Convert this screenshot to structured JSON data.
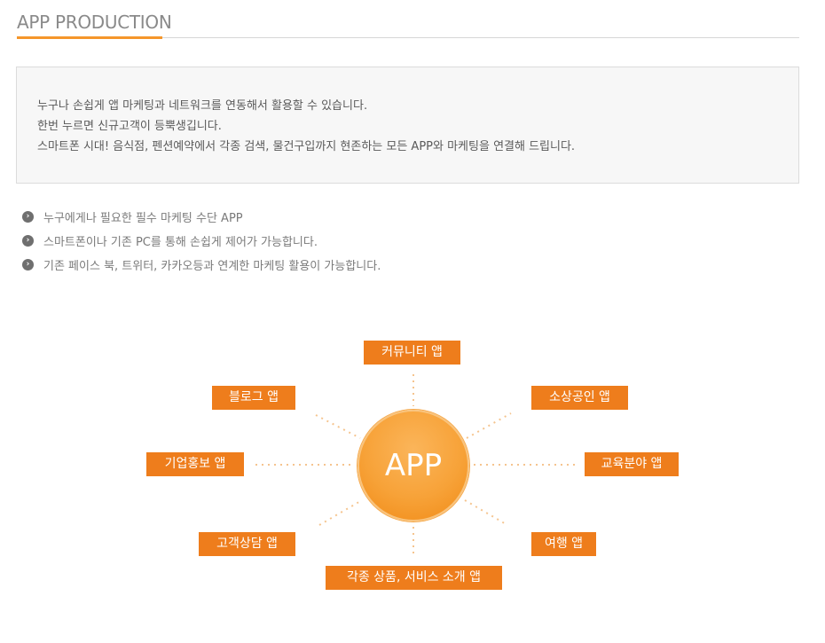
{
  "header": {
    "title": "APP PRODUCTION"
  },
  "intro": {
    "lines": [
      "누구나 손쉽게 앱 마케팅과 네트워크를 연동해서 활용할 수 있습니다.",
      "한번 누르면 신규고객이 등뿍생깁니다.",
      "스마트폰 시대! 음식점, 펜션예약에서 각종 검색, 물건구입까지 현존하는 모든 APP와 마케팅을 연결해 드립니다."
    ]
  },
  "features": [
    "누구에게나 필요한 필수 마케팅 수단 APP",
    "스마트폰이나 기존 PC를 통해 손쉽게 제어가 가능합니다.",
    "기존 페이스 북, 트위터, 카카오등과 연계한 마케팅 활용이 가능합니다."
  ],
  "diagram": {
    "center": "APP",
    "tags": {
      "community": "커뮤니티 앱",
      "blog": "블로그 앱",
      "small_business": "소상공인 앱",
      "corporate_pr": "기업홍보 앱",
      "education": "교육분야 앱",
      "customer_consult": "고객상담 앱",
      "travel": "여행 앱",
      "products_services": "각종 상품, 서비스 소개 앱"
    }
  },
  "colors": {
    "accent": "#ee7d1c",
    "circle": "#f7a238"
  }
}
